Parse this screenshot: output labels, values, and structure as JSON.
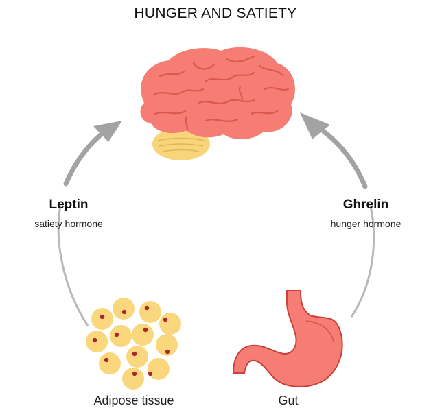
{
  "title": "HUNGER AND SATIETY",
  "left_pathway": {
    "hormone": "Leptin",
    "role": "satiety hormone",
    "source": "Adipose tissue"
  },
  "right_pathway": {
    "hormone": "Ghrelin",
    "role": "hunger hormone",
    "source": "Gut"
  },
  "colors": {
    "brain": "#f67d73",
    "brain_fold": "#d9584f",
    "cerebellum": "#f8d47a",
    "fat_cell": "#fad77c",
    "fat_nucleus": "#a8272a",
    "stomach": "#f67d73",
    "stomach_outline": "#c9403c",
    "arrow": "#a3a3a3"
  },
  "icons": [
    "brain-icon",
    "adipose-cells-icon",
    "stomach-icon"
  ]
}
